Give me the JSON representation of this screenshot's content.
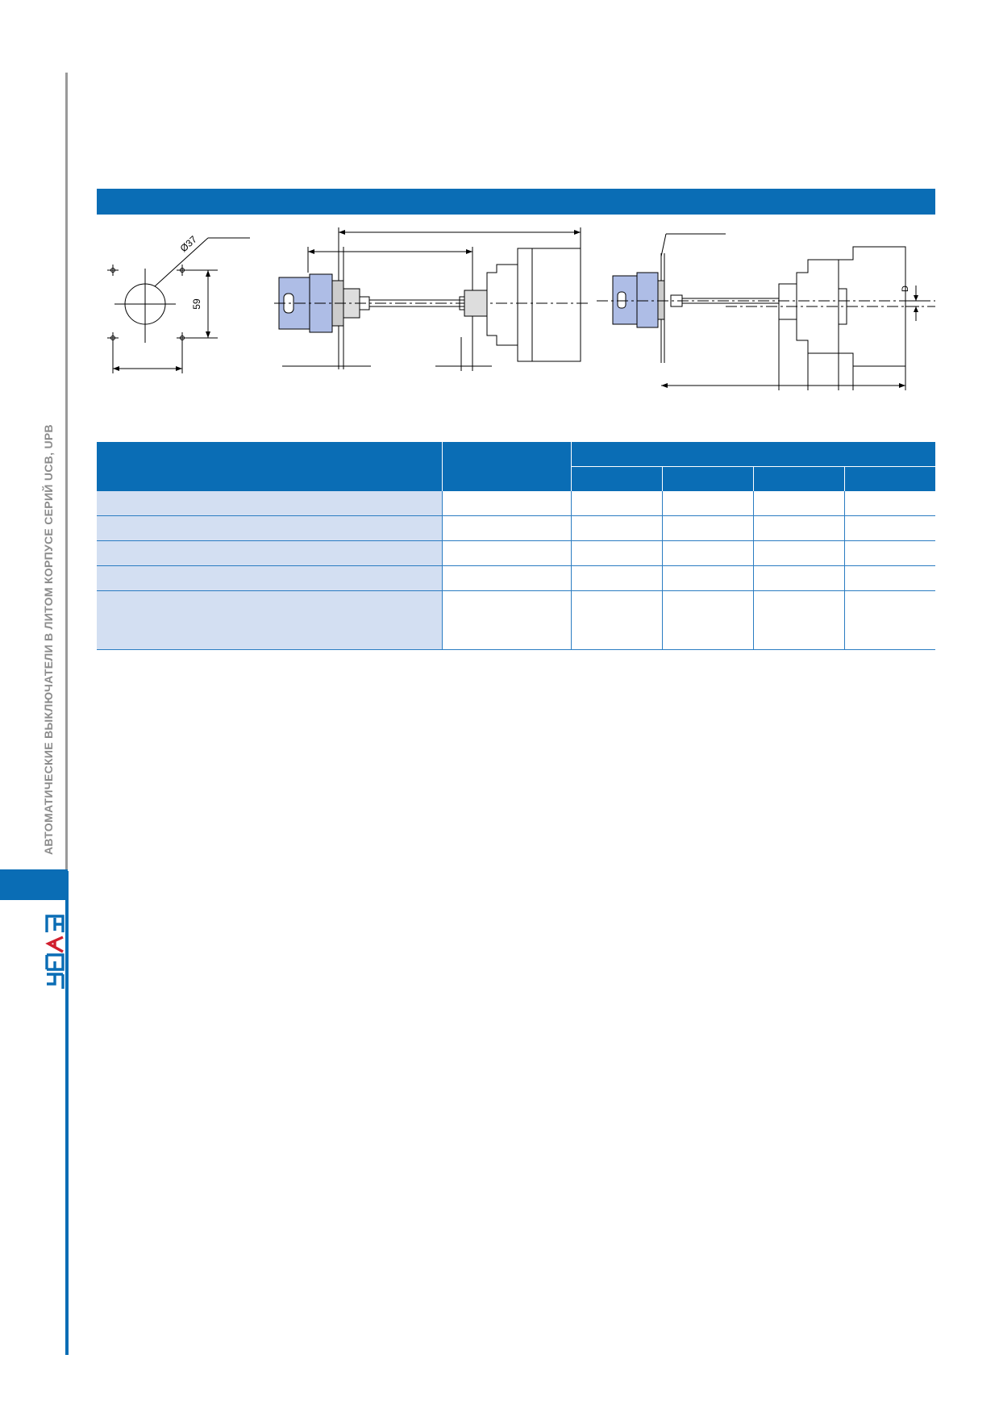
{
  "sidebar": {
    "title": "АВТОМАТИЧЕСКИЕ ВЫКЛЮЧАТЕЛИ В ЛИТОМ КОРПУСЕ СЕРИЙ UCB, UPB",
    "logo_text": "ЧЭАЗ"
  },
  "drawings": {
    "cutout_diameter": "Ø37",
    "cutout_height": "59",
    "shift_label": "D"
  },
  "colors": {
    "brand_blue": "#0a6db5",
    "row_shade": "#d3dff2",
    "logo_red": "#d11f2e",
    "handle_blue": "#aebde6"
  }
}
